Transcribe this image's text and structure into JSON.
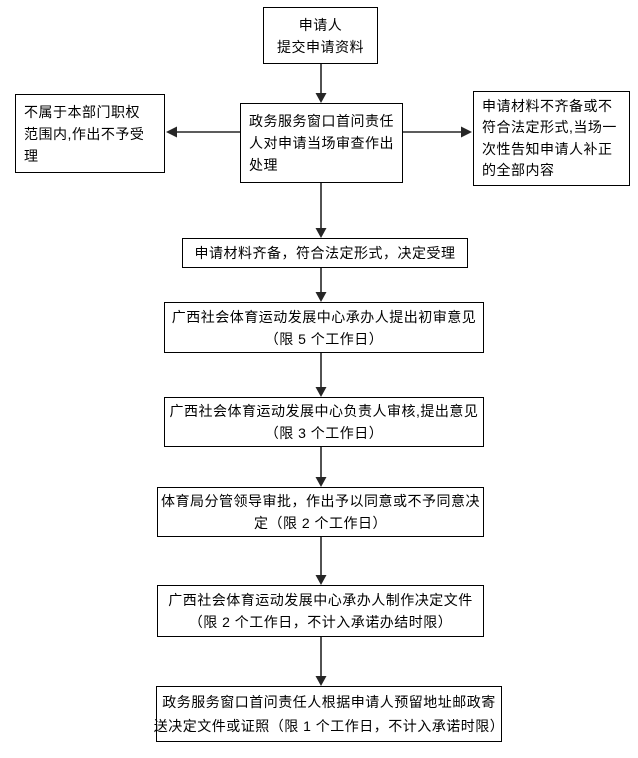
{
  "flowchart": {
    "colors": {
      "background": "#ffffff",
      "box_border": "#000000",
      "arrow": "#262626",
      "text": "#000000"
    },
    "nodes": {
      "applicant": {
        "lines": [
          "申请人",
          "提交申请资料"
        ]
      },
      "window_review": {
        "lines": [
          "政务服务窗口首问责任",
          "人对申请当场审查作出",
          "处理"
        ]
      },
      "not_accepted": {
        "lines": [
          "不属于本部门职权",
          "范围内,作出不予受",
          "理"
        ]
      },
      "supplement": {
        "lines": [
          "申请材料不齐备或不",
          "符合法定形式,当场一",
          "次性告知申请人补正",
          "的全部内容"
        ]
      },
      "accepted": {
        "lines": [
          "申请材料齐备，符合法定形式，决定受理"
        ]
      },
      "initial_opinion": {
        "lines": [
          "广西社会体育运动发展中心承办人提出初审意见",
          "（限 5 个工作日）"
        ]
      },
      "head_review": {
        "lines": [
          "广西社会体育运动发展中心负责人审核,提出意见",
          "（限 3 个工作日）"
        ]
      },
      "leader_approval": {
        "lines": [
          "体育局分管领导审批，作出予以同意或不予同意决",
          "定（限 2 个工作日）"
        ]
      },
      "decision_doc": {
        "lines": [
          "广西社会体育运动发展中心承办人制作决定文件",
          "（限 2 个工作日，不计入承诺办结时限）"
        ]
      },
      "mail_delivery": {
        "lines": [
          "政务服务窗口首问责任人根据申请人预留地址邮政寄",
          "送决定文件或证照（限 1 个工作日，不计入承诺时限）"
        ]
      }
    }
  }
}
